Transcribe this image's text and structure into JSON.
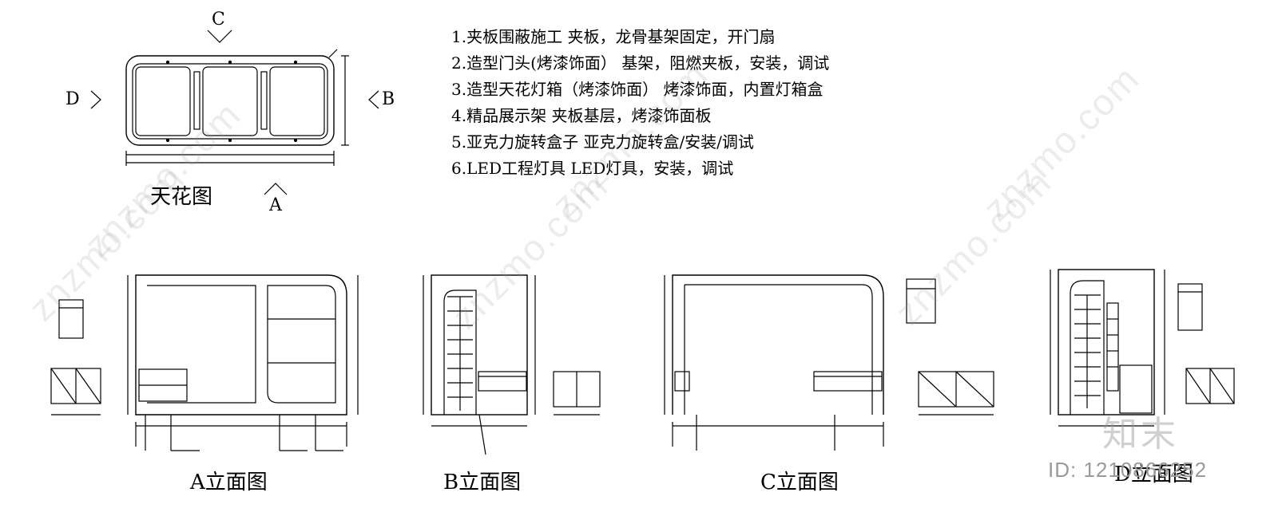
{
  "notes": [
    "1.夹板围蔽施工 夹板，龙骨基架固定，开门扇",
    "2.造型门头(烤漆饰面） 基架，阻燃夹板，安装，调试",
    "3.造型天花灯箱（烤漆饰面） 烤漆饰面，内置灯箱盒",
    "4.精品展示架 夹板基层，烤漆饰面板",
    "5.亚克力旋转盒子 亚克力旋转盒/安装/调试",
    "6.LED工程灯具 LED灯具，安装，调试"
  ],
  "ceiling_plan": {
    "title": "天花图",
    "markers": {
      "top": "C",
      "right": "B",
      "left": "D",
      "bottom": "A"
    }
  },
  "elevations": {
    "a": {
      "title": "A立面图"
    },
    "b": {
      "title": "B立面图"
    },
    "c": {
      "title": "C立面图"
    },
    "d": {
      "title": "D立面图"
    }
  },
  "watermark": {
    "site": "znzmo.com",
    "brand": "知末",
    "id": "ID: 1210866252"
  }
}
